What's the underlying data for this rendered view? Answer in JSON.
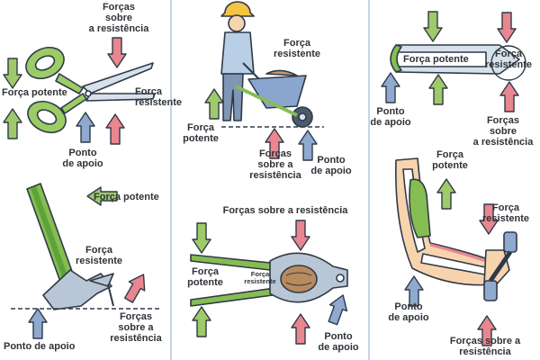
{
  "labels": {
    "scissors_resistance": "Forças\nsobre\na resistência",
    "scissors_potent": "Força potente",
    "scissors_resist": "Força\nresistente",
    "scissors_fulcrum": "Ponto\nde apoio",
    "wheelbarrow_resist": "Força\nresistente",
    "wheelbarrow_potent": "Força\npotente",
    "wheelbarrow_resistance": "Forças\nsobre a\nresistência",
    "wheelbarrow_fulcrum": "Ponto\nde apoio",
    "tweezers_potent": "Força potente",
    "tweezers_resist": "Força\nresistente",
    "tweezers_fulcrum": "Ponto\nde apoio",
    "tweezers_resistance": "Forças\nsobre\na resistência",
    "hammer_potent": "Força potente",
    "hammer_resist": "Força\nresistente",
    "hammer_resistance": "Forças\nsobre a\nresistência",
    "hammer_fulcrum": "Ponto de apoio",
    "nutcracker_resistance": "Forças sobre a resistência",
    "nutcracker_potent": "Força\npotente",
    "nutcracker_resist": "Força\nresistente",
    "nutcracker_fulcrum": "Ponto\nde apoio",
    "arm_potent": "Força\npotente",
    "arm_resist": "Força\nresistente",
    "arm_fulcrum": "Ponto\nde apoio",
    "arm_resistance": "Forças sobre a\nresistência"
  },
  "colors": {
    "potent_arrow": "#9fca6a",
    "resist_arrow": "#e9868f",
    "fulcrum_arrow": "#8fa9cf",
    "lever_green": "#86bd52",
    "outline": "#2f3a48",
    "divider": "#9fb8d8",
    "skin": "#f7d4ae",
    "nut": "#b98a5e",
    "metal": "#b9c6d6"
  }
}
